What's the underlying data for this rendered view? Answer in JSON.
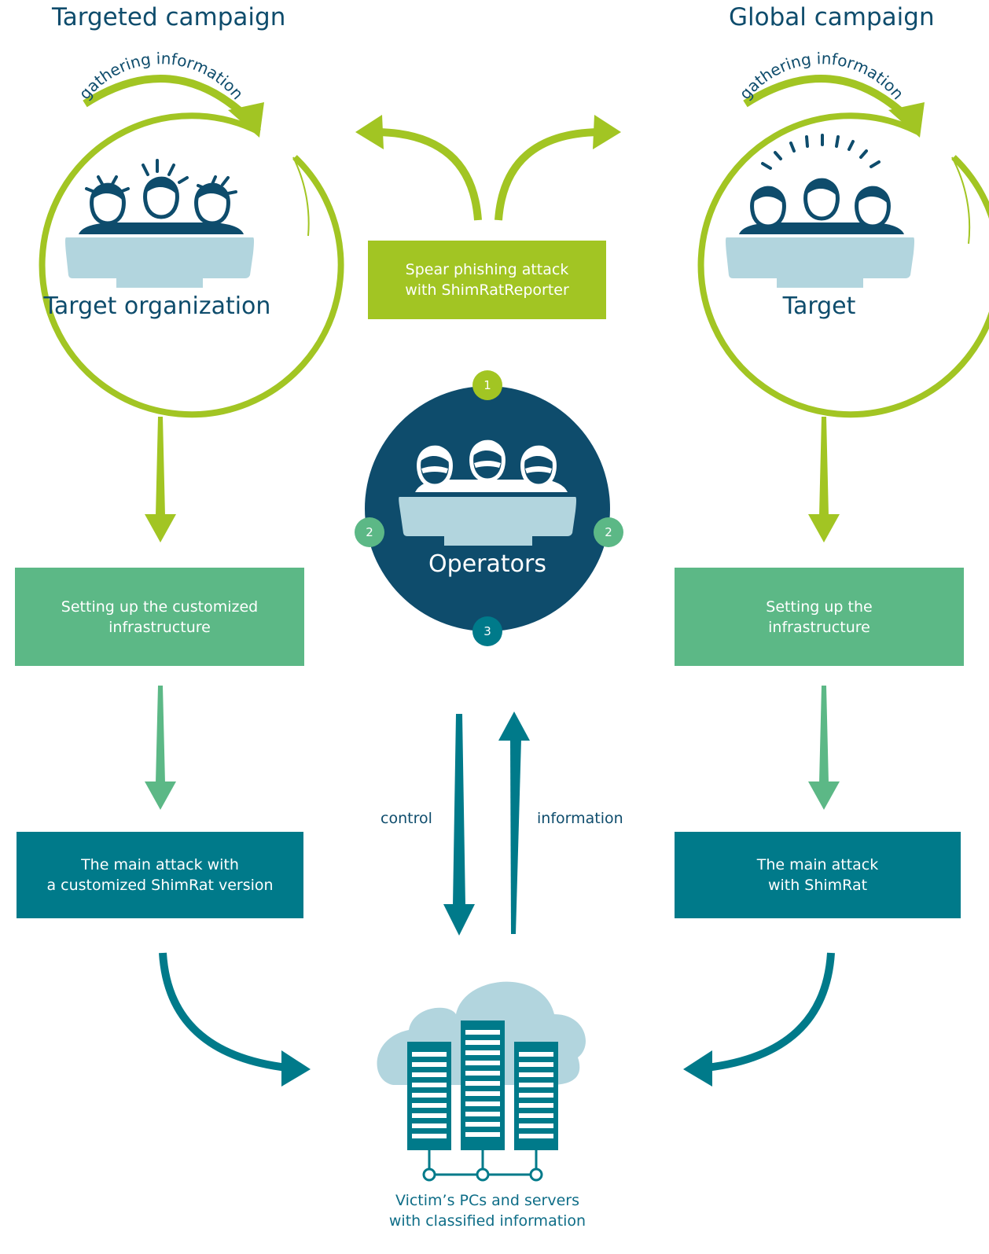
{
  "headings": {
    "left": "Targeted campaign",
    "right": "Global campaign"
  },
  "circles": {
    "left": {
      "arc_text": "gathering information",
      "label": "Target organization"
    },
    "right": {
      "arc_text": "gathering information",
      "label": "Target"
    }
  },
  "spear_box": {
    "line1": "Spear phishing attack",
    "line2": "with ShimRatReporter"
  },
  "operators": {
    "label": "Operators",
    "badges": {
      "top": "1",
      "left": "2",
      "right": "2",
      "bottom": "3"
    }
  },
  "setup_boxes": {
    "left": {
      "line1": "Setting up the customized",
      "line2": "infrastructure"
    },
    "right": {
      "line1": "Setting up the",
      "line2": "infrastructure"
    }
  },
  "attack_boxes": {
    "left": {
      "line1": "The main attack with",
      "line2": "a customized ShimRat version"
    },
    "right": {
      "line1": "The main attack",
      "line2": "with ShimRat"
    }
  },
  "flow_labels": {
    "control": "control",
    "information": "information"
  },
  "victims": {
    "line1": "Victim’s PCs and servers",
    "line2": "with classified information"
  },
  "colors": {
    "lime": "#a2c523",
    "green": "#5cb886",
    "teal": "#007a8a",
    "navy": "#0e4c6c",
    "light_blue": "#b2d5de"
  }
}
